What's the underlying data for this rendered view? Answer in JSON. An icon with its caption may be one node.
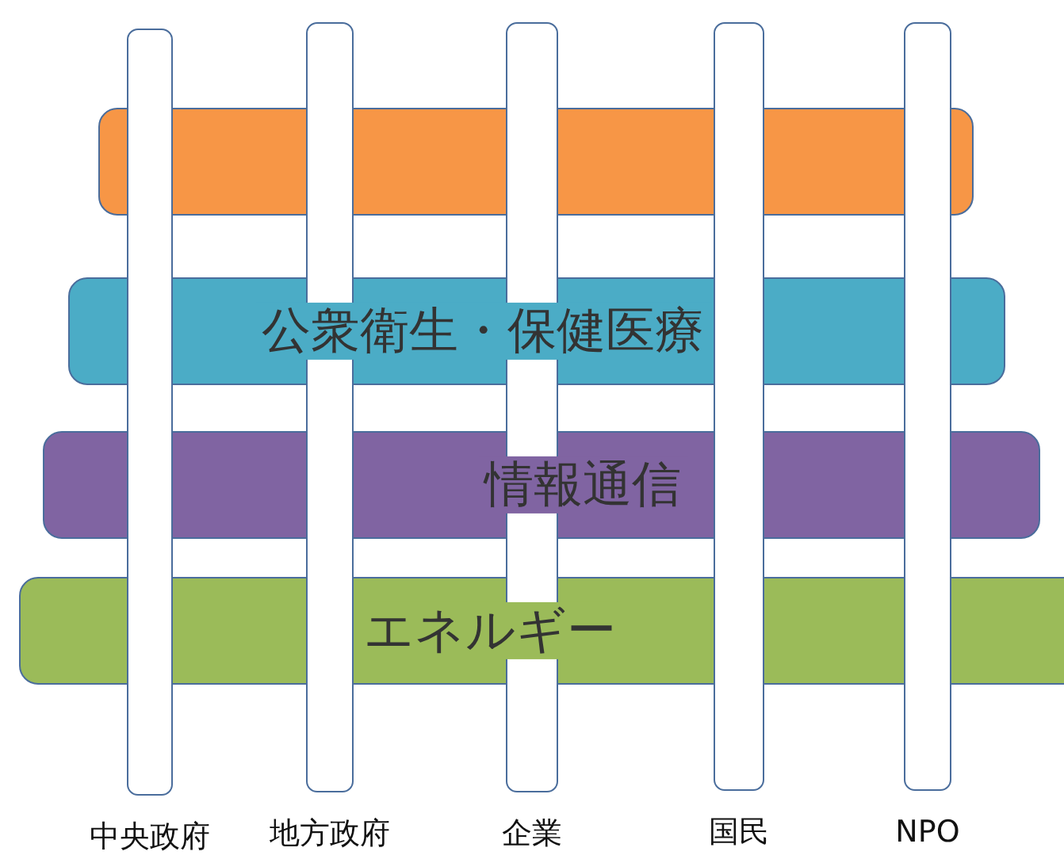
{
  "diagram": {
    "nodes": [
      {
        "text": [],
        "shape": "bar"
      },
      {
        "text": [
          "公衆衛生・保健医療"
        ]
      },
      {
        "text": [
          "情報通信"
        ]
      },
      {
        "text": [
          "エネルギー"
        ]
      },
      {
        "text": [
          "中央政府"
        ]
      },
      {
        "text": [
          "地方政府"
        ]
      },
      {
        "text": [
          "企業"
        ]
      },
      {
        "text": [
          "国民"
        ]
      },
      {
        "text": [
          "NPO"
        ]
      }
    ]
  }
}
